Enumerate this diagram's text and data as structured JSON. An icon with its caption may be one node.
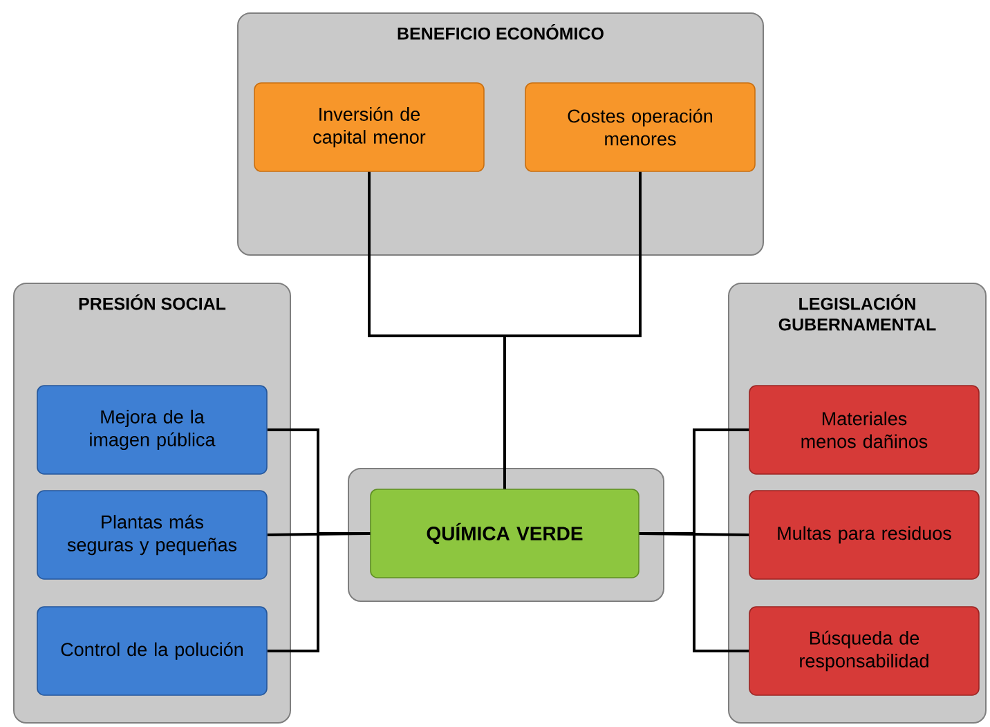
{
  "diagram": {
    "nodes": [
      {
        "text": [
          "BENEFICIO ECONÓMICO"
        ]
      },
      {
        "text": [
          "Inversión de capital menor"
        ],
        "in": 0
      },
      {
        "text": [
          "Costes operación menores"
        ],
        "in": 0
      },
      {
        "text": [
          "PRESIÓN SOCIAL"
        ]
      },
      {
        "text": [
          "Mejora de la imagen pública"
        ],
        "in": 3
      },
      {
        "text": [
          "Plantas más seguras y pequeñas"
        ],
        "in": 3
      },
      {
        "text": [
          "Control de la polución"
        ],
        "in": 3
      },
      {
        "text": [
          "QUÍMICA VERDE"
        ]
      },
      {
        "text": [
          "LEGISLACIÓN GUBERNAMENTAL"
        ]
      },
      {
        "text": [
          "Materiales menos dañinos"
        ],
        "in": 8
      },
      {
        "text": [
          "Multas para residuos"
        ],
        "in": 8
      },
      {
        "text": [
          "Búsqueda de responsabilidad"
        ],
        "in": 8
      }
    ],
    "edges": [
      {
        "from": 1,
        "to": 7,
        "arrow": "none"
      },
      {
        "from": 2,
        "to": 7,
        "arrow": "none"
      },
      {
        "from": 4,
        "to": 7,
        "arrow": "none"
      },
      {
        "from": 5,
        "to": 7,
        "arrow": "none"
      },
      {
        "from": 6,
        "to": 7,
        "arrow": "none"
      },
      {
        "from": 9,
        "to": 7,
        "arrow": "none"
      },
      {
        "from": 10,
        "to": 7,
        "arrow": "none"
      },
      {
        "from": 11,
        "to": 7,
        "arrow": "none"
      }
    ]
  }
}
